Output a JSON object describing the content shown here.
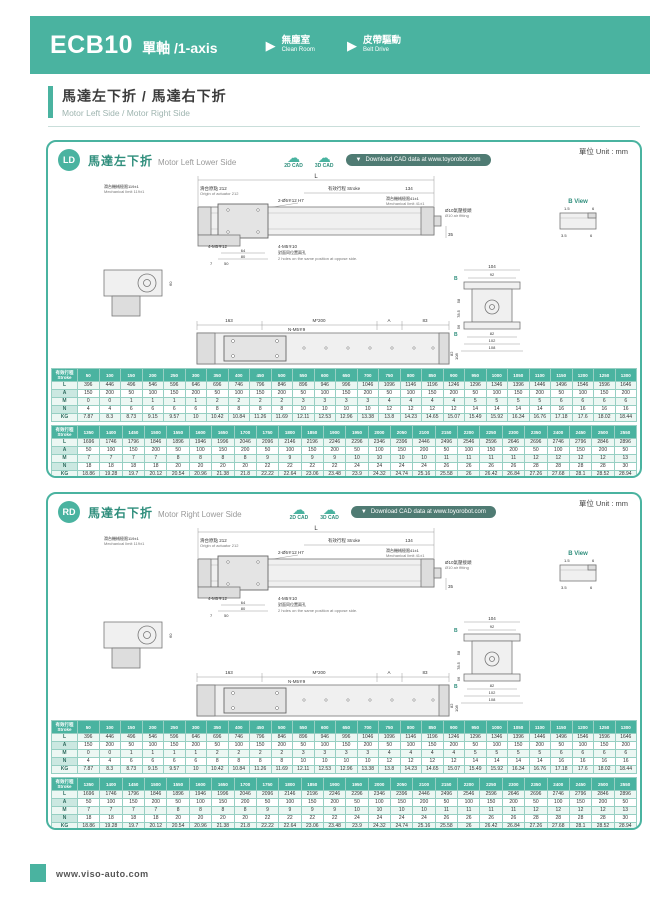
{
  "header": {
    "model": "ECB10",
    "subtitle": "單軸 /1-axis",
    "features": [
      {
        "zh": "無塵室",
        "en": "Clean Room"
      },
      {
        "zh": "皮帶驅動",
        "en": "Belt Drive"
      }
    ]
  },
  "section": {
    "title": "馬達左下折 / 馬達右下折",
    "subtitle": "Motor Left Side / Motor Right Side"
  },
  "unit_label": "單位 Unit : mm",
  "cad": {
    "d2": "2D CAD",
    "d3": "3D CAD",
    "download": "Download CAD data at www.toyorobot.com"
  },
  "panels": {
    "ld": {
      "badge": "LD",
      "title_zh": "馬達左下折",
      "title_en": "Motor Left Lower Side"
    },
    "rd": {
      "badge": "RD",
      "title_zh": "馬達右下折",
      "title_en": "Motor Right Lower Side"
    }
  },
  "drawing": {
    "dim_L": "L",
    "origin_zh": "滑台原點 212",
    "origin_en": "Origin of actuator 212",
    "holes_top": "2-Ø5∓12 H7",
    "stroke_zh": "有效行程 Stroke",
    "dim_134": "134",
    "limit41_zh": "滑台機械極限41±1",
    "limit41_en": "Mechanical limit 41±1",
    "limit119_zh": "滑台機械極限119±1",
    "limit119_en": "Mechanical limit 119±1",
    "air_zh": "Ø10氣壓接頭",
    "air_en": "Ø10 air fitting",
    "dim_35": "35",
    "screws_top": "4-M5∓12",
    "dim_64": "64",
    "dim_80": "80",
    "dim_7": "7",
    "dim_50": "50",
    "screws_side": "4-M5∓10",
    "screws_side_zh": "對面同位置兩孔",
    "screws_side_en": "2 holes on the same position at oppose side.",
    "dim_60": "60",
    "dim_163": "163",
    "dim_pitch": "M*200",
    "dim_A": "A",
    "dim_83": "83",
    "screws_bottom": "N-M5∓9",
    "dim_104": "104",
    "dim_92": "92",
    "dim_58": "58",
    "dim_78_5": "78.5",
    "dim_56": "56",
    "dim_82": "82",
    "dim_102": "102",
    "dim_108": "108",
    "b_mark": "B",
    "b_view": "B View",
    "dim_1_5": "1.5",
    "dim_6": "6",
    "dim_3_5": "3.5"
  },
  "tables": {
    "col0": "有效行程\nStroke",
    "t1": {
      "strokes": [
        "50",
        "100",
        "150",
        "200",
        "250",
        "300",
        "350",
        "400",
        "450",
        "500",
        "550",
        "600",
        "650",
        "700",
        "750",
        "800",
        "850",
        "900",
        "950",
        "1000",
        "1050",
        "1100",
        "1150",
        "1200",
        "1250",
        "1300"
      ],
      "rows": [
        {
          "label": "L",
          "values": [
            "396",
            "446",
            "496",
            "546",
            "596",
            "646",
            "696",
            "746",
            "796",
            "846",
            "896",
            "946",
            "996",
            "1046",
            "1096",
            "1146",
            "1196",
            "1246",
            "1296",
            "1346",
            "1396",
            "1446",
            "1496",
            "1546",
            "1596",
            "1646"
          ]
        },
        {
          "label": "A",
          "values": [
            "150",
            "200",
            "50",
            "100",
            "150",
            "200",
            "50",
            "100",
            "150",
            "200",
            "50",
            "100",
            "150",
            "200",
            "50",
            "100",
            "150",
            "200",
            "50",
            "100",
            "150",
            "200",
            "50",
            "100",
            "150",
            "200"
          ]
        },
        {
          "label": "M",
          "values": [
            "0",
            "0",
            "1",
            "1",
            "1",
            "1",
            "2",
            "2",
            "2",
            "2",
            "3",
            "3",
            "3",
            "3",
            "4",
            "4",
            "4",
            "4",
            "5",
            "5",
            "5",
            "5",
            "6",
            "6",
            "6",
            "6"
          ]
        },
        {
          "label": "N",
          "values": [
            "4",
            "4",
            "6",
            "6",
            "6",
            "6",
            "8",
            "8",
            "8",
            "8",
            "10",
            "10",
            "10",
            "10",
            "12",
            "12",
            "12",
            "12",
            "14",
            "14",
            "14",
            "14",
            "16",
            "16",
            "16",
            "16"
          ]
        },
        {
          "label": "KG",
          "values": [
            "7.87",
            "8.3",
            "8.73",
            "9.15",
            "9.57",
            "10",
            "10.42",
            "10.84",
            "11.26",
            "11.69",
            "12.11",
            "12.53",
            "12.96",
            "13.38",
            "13.8",
            "14.23",
            "14.65",
            "15.07",
            "15.49",
            "15.92",
            "16.34",
            "16.76",
            "17.18",
            "17.6",
            "18.02",
            "18.44"
          ]
        }
      ]
    },
    "t2": {
      "strokes": [
        "1350",
        "1400",
        "1450",
        "1500",
        "1550",
        "1600",
        "1650",
        "1700",
        "1750",
        "1800",
        "1850",
        "1900",
        "1950",
        "2000",
        "2050",
        "2100",
        "2150",
        "2200",
        "2250",
        "2300",
        "2350",
        "2400",
        "2450",
        "2500",
        "2550"
      ],
      "rows": [
        {
          "label": "L",
          "values": [
            "1696",
            "1746",
            "1796",
            "1846",
            "1896",
            "1946",
            "1996",
            "2046",
            "2096",
            "2146",
            "2196",
            "2246",
            "2296",
            "2346",
            "2396",
            "2446",
            "2496",
            "2546",
            "2596",
            "2646",
            "2696",
            "2746",
            "2796",
            "2846",
            "2896"
          ]
        },
        {
          "label": "A",
          "values": [
            "50",
            "100",
            "150",
            "200",
            "50",
            "100",
            "150",
            "200",
            "50",
            "100",
            "150",
            "200",
            "50",
            "100",
            "150",
            "200",
            "50",
            "100",
            "150",
            "200",
            "50",
            "100",
            "150",
            "200",
            "50"
          ]
        },
        {
          "label": "M",
          "values": [
            "7",
            "7",
            "7",
            "7",
            "8",
            "8",
            "8",
            "8",
            "9",
            "9",
            "9",
            "9",
            "10",
            "10",
            "10",
            "10",
            "11",
            "11",
            "11",
            "11",
            "12",
            "12",
            "12",
            "12",
            "13"
          ]
        },
        {
          "label": "N",
          "values": [
            "18",
            "18",
            "18",
            "18",
            "20",
            "20",
            "20",
            "20",
            "22",
            "22",
            "22",
            "22",
            "24",
            "24",
            "24",
            "24",
            "26",
            "26",
            "26",
            "26",
            "28",
            "28",
            "28",
            "28",
            "30"
          ]
        },
        {
          "label": "KG",
          "values": [
            "18.86",
            "19.28",
            "19.7",
            "20.12",
            "20.54",
            "20.96",
            "21.38",
            "21.8",
            "22.22",
            "22.64",
            "23.06",
            "23.48",
            "23.9",
            "24.32",
            "24.74",
            "25.16",
            "25.58",
            "26",
            "26.42",
            "26.84",
            "27.26",
            "27.68",
            "28.1",
            "28.52",
            "28.94"
          ]
        }
      ]
    }
  },
  "footer": {
    "url": "www.viso-auto.com"
  },
  "colors": {
    "accent": "#4AB3A0",
    "accent_dark": "#2F8E7C",
    "pill": "#4F7B73",
    "table_header": "#4AB3A0",
    "row_tint": "#ECF7F3"
  }
}
